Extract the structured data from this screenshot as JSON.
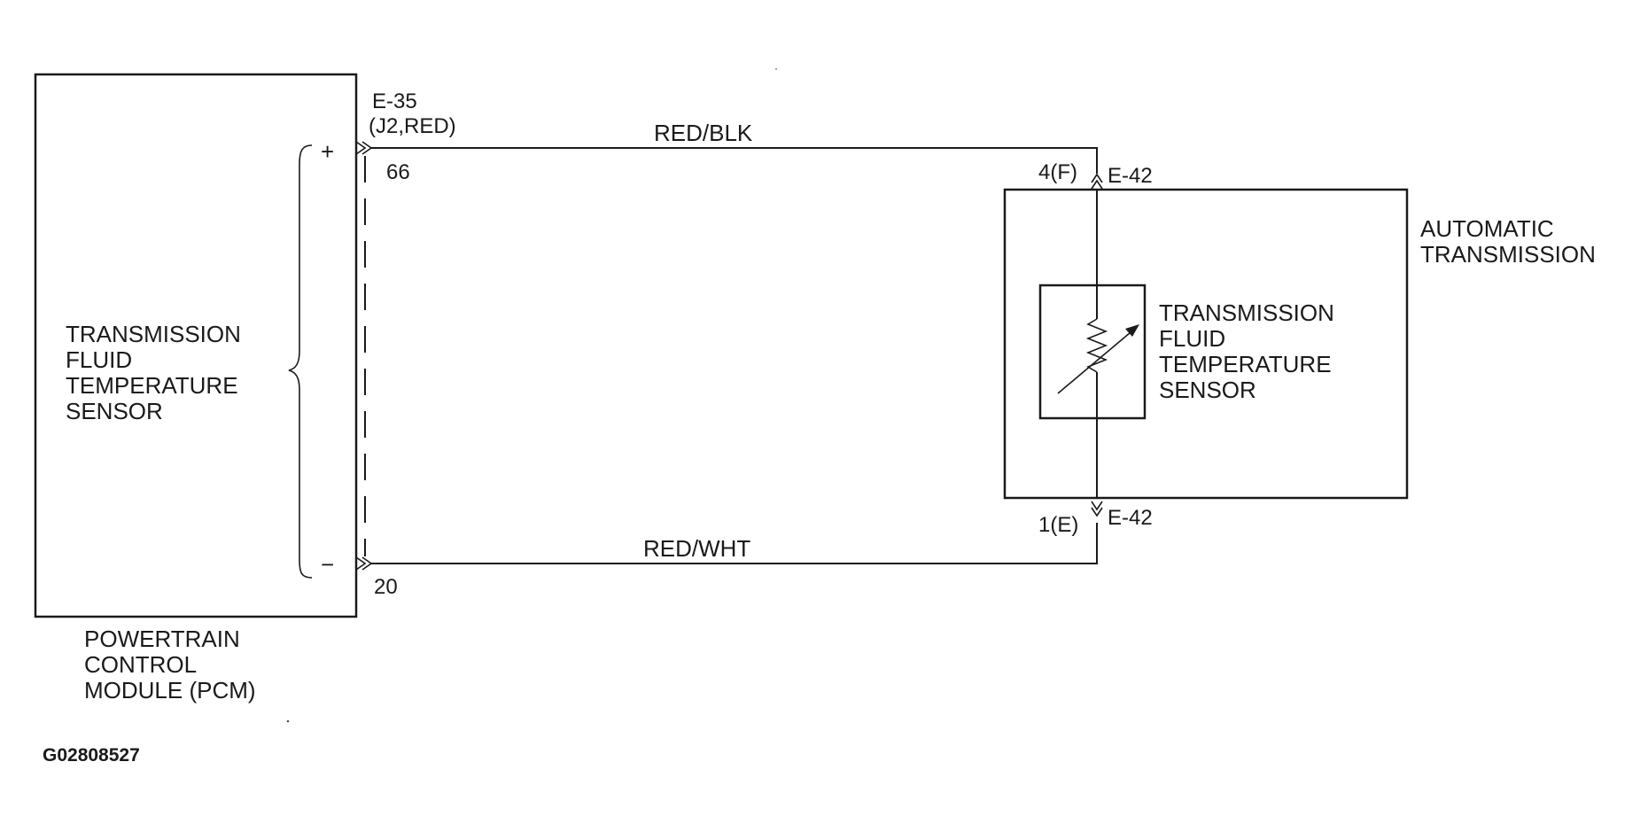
{
  "pcm": {
    "internal_label": [
      "TRANSMISSION",
      "FLUID",
      "TEMPERATURE",
      "SENSOR"
    ],
    "plus_symbol": "+",
    "minus_symbol": "−",
    "caption": [
      "POWERTRAIN",
      "CONTROL",
      "MODULE (PCM)"
    ]
  },
  "pcm_connector": {
    "id": "E-35",
    "detail": "(J2,RED)",
    "pin_top": "66",
    "pin_bottom": "20"
  },
  "wires": {
    "top_color": "RED/BLK",
    "bottom_color": "RED/WHT"
  },
  "transmission": {
    "label": [
      "AUTOMATIC",
      "TRANSMISSION"
    ],
    "sensor_label": [
      "TRANSMISSION",
      "FLUID",
      "TEMPERATURE",
      "SENSOR"
    ],
    "connector_top": {
      "pin": "4(F)",
      "id": "E-42"
    },
    "connector_bottom": {
      "pin": "1(E)",
      "id": "E-42"
    }
  },
  "figure_id": "G02808527",
  "colors": {
    "line": "#1a1a1a",
    "background": "#ffffff"
  }
}
